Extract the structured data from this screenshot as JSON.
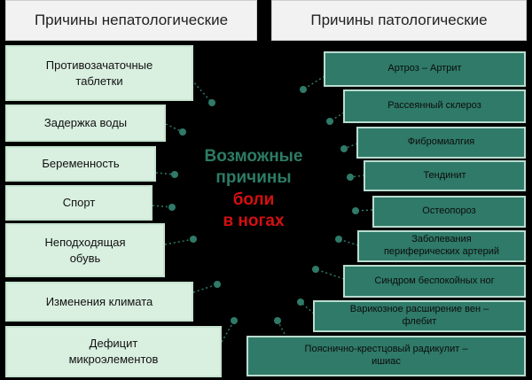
{
  "headers": {
    "left": "Причины непатологические",
    "right": "Причины патологические"
  },
  "center": {
    "line1": "Возможные",
    "line2": "причины",
    "line3": "боли",
    "line4": "в ногах"
  },
  "left_items": [
    {
      "line1": "Противозачаточные",
      "line2": "таблетки"
    },
    {
      "line1": "Задержка воды",
      "line2": ""
    },
    {
      "line1": "Беременность",
      "line2": ""
    },
    {
      "line1": "Спорт",
      "line2": ""
    },
    {
      "line1": "Неподходящая",
      "line2": "обувь"
    },
    {
      "line1": "Изменения климата",
      "line2": ""
    },
    {
      "line1": "Дефицит",
      "line2": "микроэлементов"
    }
  ],
  "right_items": [
    {
      "line1": "Артроз – Артрит",
      "line2": ""
    },
    {
      "line1": "Рассеянный склероз",
      "line2": ""
    },
    {
      "line1": "Фибромиалгия",
      "line2": ""
    },
    {
      "line1": "Тендинит",
      "line2": ""
    },
    {
      "line1": "Остеопороз",
      "line2": ""
    },
    {
      "line1": "Заболевания",
      "line2": "периферических артерий"
    },
    {
      "line1": "Синдром беспокойных ног",
      "line2": ""
    },
    {
      "line1": "Варикозное расширение вен –",
      "line2": "флебит"
    },
    {
      "line1": "Пояснично-крестцовый радикулит –",
      "line2": "ишиас"
    }
  ],
  "colors": {
    "left_fill": "#d9efe0",
    "right_fill": "#2f7a68",
    "center_green": "#2c7c65",
    "center_red": "#d60f10",
    "background": "#000000"
  }
}
